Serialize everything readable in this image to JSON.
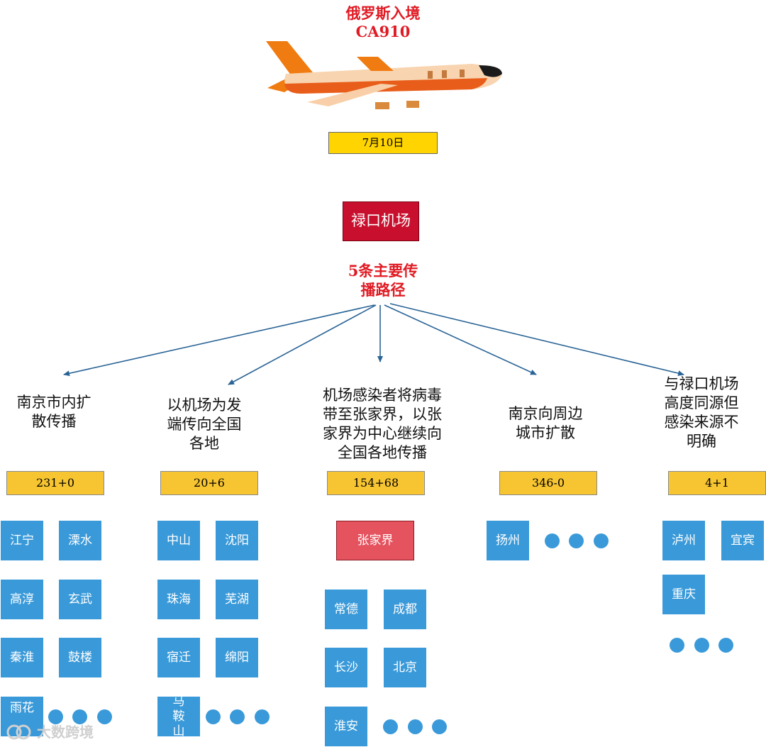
{
  "header": {
    "title_line1": "俄罗斯入境",
    "title_line2": "CA910",
    "date": "7月10日"
  },
  "hub": {
    "label": "禄口机场"
  },
  "routes_title": {
    "line1": "5条主要传",
    "line2": "播路径"
  },
  "paths": [
    {
      "label_lines": [
        "南京市内扩",
        "散传播"
      ],
      "count": "231+0",
      "cities": [
        "江宁",
        "溧水",
        "高淳",
        "玄武",
        "秦淮",
        "鼓楼",
        "雨花"
      ]
    },
    {
      "label_lines": [
        "以机场为发",
        "端传向全国",
        "各地"
      ],
      "count": "20+6",
      "cities": [
        "中山",
        "沈阳",
        "珠海",
        "芜湖",
        "宿迁",
        "绵阳",
        "马鞍山"
      ]
    },
    {
      "label_lines": [
        "机场感染者将病毒",
        "带至张家界，以张",
        "家界为中心继续向",
        "全国各地传播"
      ],
      "count": "154+68",
      "center": "张家界",
      "cities": [
        "常德",
        "成都",
        "长沙",
        "北京",
        "淮安"
      ]
    },
    {
      "label_lines": [
        "南京向周边",
        "城市扩散"
      ],
      "count": "346-0",
      "cities": [
        "扬州"
      ]
    },
    {
      "label_lines": [
        "与禄口机场",
        "高度同源但",
        "感染来源不",
        "明确"
      ],
      "count": "4+1",
      "cities": [
        "泸州",
        "宜宾",
        "重庆"
      ]
    }
  ],
  "watermark": "大数跨境",
  "colors": {
    "title_red": "#e01b24",
    "hub_red": "#c8102e",
    "city_blue": "#3a9ad9",
    "count_yellow": "#f7c531",
    "date_yellow": "#ffd400",
    "arrow": "#2a6496"
  }
}
